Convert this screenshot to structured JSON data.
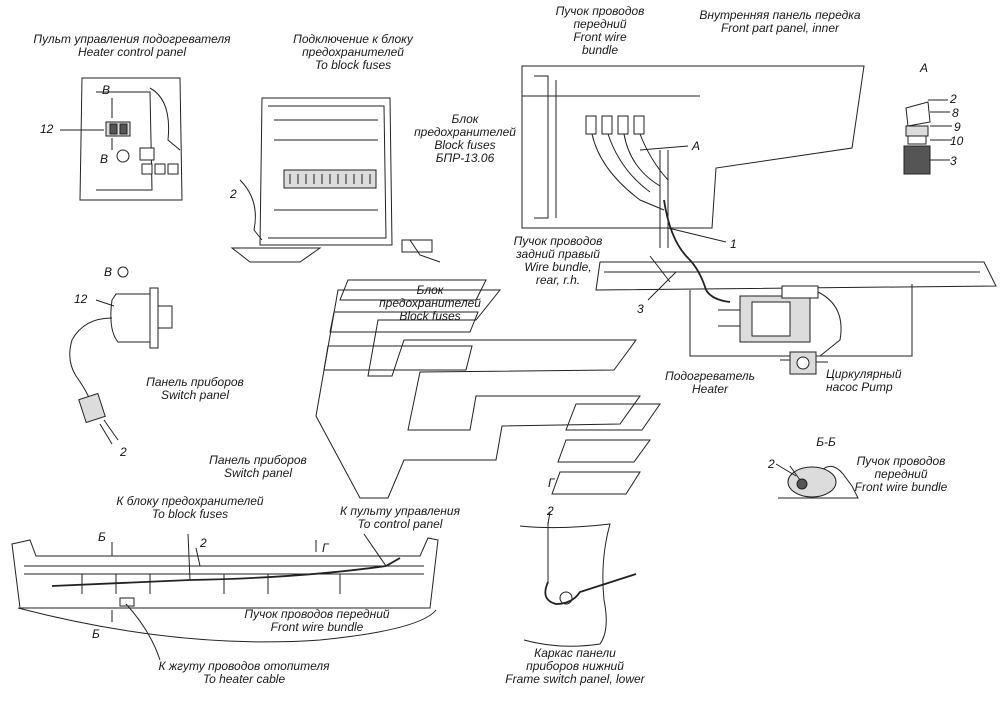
{
  "labels": {
    "heater_control_panel": {
      "ru": "Пульт управления подогревателя",
      "en": "Heater control panel"
    },
    "to_block_fuses_top": {
      "ru1": "Подключение к блоку",
      "ru2": "предохранителей",
      "en": "To block fuses"
    },
    "block_fuses_bpr": {
      "ru1": "Блок",
      "ru2": "предохранителей",
      "en": "Block fuses",
      "code": "БПР-13.06"
    },
    "front_wire_bundle_top": {
      "ru1": "Пучок проводов",
      "ru2": "передний",
      "en1": "Front wire",
      "en2": "bundle"
    },
    "front_panel_inner": {
      "ru": "Внутренняя панель передка",
      "en": "Front part panel, inner"
    },
    "view_a": "А",
    "rear_bundle": {
      "ru1": "Пучок проводов",
      "ru2": "задний правый",
      "en1": "Wire bundle,",
      "en2": "rear, r.h."
    },
    "block_fuses_mid": {
      "ru1": "Блок",
      "ru2": "предохранителей",
      "en": "Block fuses"
    },
    "switch_panel_mid": {
      "ru": "Панель приборов",
      "en": "Switch panel"
    },
    "heater": {
      "ru": "Подогреватель",
      "en": "Heater"
    },
    "pump": {
      "ru1": "Циркулярный",
      "ru2": "насос",
      "en": "Pump"
    },
    "section_bb": "Б-Б",
    "front_bundle_bb": {
      "ru1": "Пучок проводов",
      "ru2": "передний",
      "en": "Front wire bundle"
    },
    "switch_panel_bottom": {
      "ru": "Панель приборов",
      "en": "Switch panel"
    },
    "to_block_fuses_bottom": {
      "ru": "К блоку предохранителей",
      "en": "To   block fuses"
    },
    "to_control_panel": {
      "ru": "К пульту управления",
      "en": "To control panel"
    },
    "front_bundle_bottom": {
      "ru": "Пучок проводов передний",
      "en": "Front wire bundle"
    },
    "to_heater_cable": {
      "ru": "К жгуту проводов отопителя",
      "en": "To heater cable"
    },
    "frame_switch_panel": {
      "ru1": "Каркас панели",
      "ru2": "приборов нижний",
      "en": "Frame switch panel, lower"
    },
    "view_g": "Г"
  },
  "callouts": {
    "n12a": "12",
    "b1": "В",
    "b2": "В",
    "b3": "В",
    "n2fuse": "2",
    "n12b": "12",
    "n2panel": "2",
    "a_mark": "А",
    "n1": "1",
    "n3": "3",
    "r2": "2",
    "r8": "8",
    "r9": "9",
    "r10": "10",
    "r3": "3",
    "bb2": "2",
    "sec_b_top": "Б",
    "sec_b_bot": "Б",
    "sec_g": "Г",
    "n2bottom": "2",
    "n2frame": "2"
  }
}
